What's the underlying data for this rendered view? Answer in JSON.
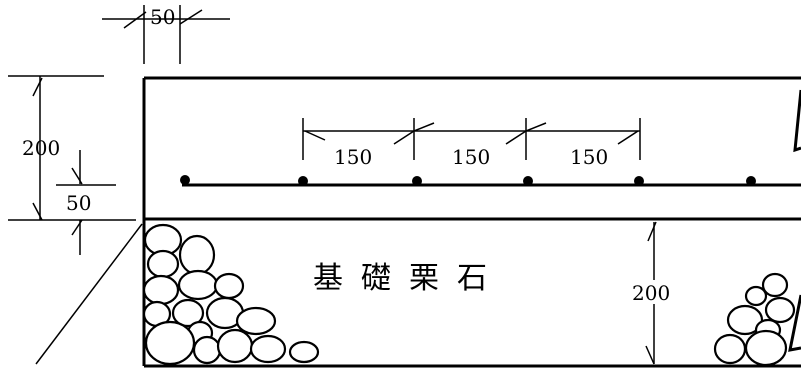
{
  "dimensions": {
    "top_cover": "50",
    "slab_thickness": "200",
    "bar_cover": "50",
    "spacing_1": "150",
    "spacing_2": "150",
    "spacing_3": "150",
    "base_depth": "200"
  },
  "labels": {
    "foundation_fill": "基礎栗石"
  }
}
